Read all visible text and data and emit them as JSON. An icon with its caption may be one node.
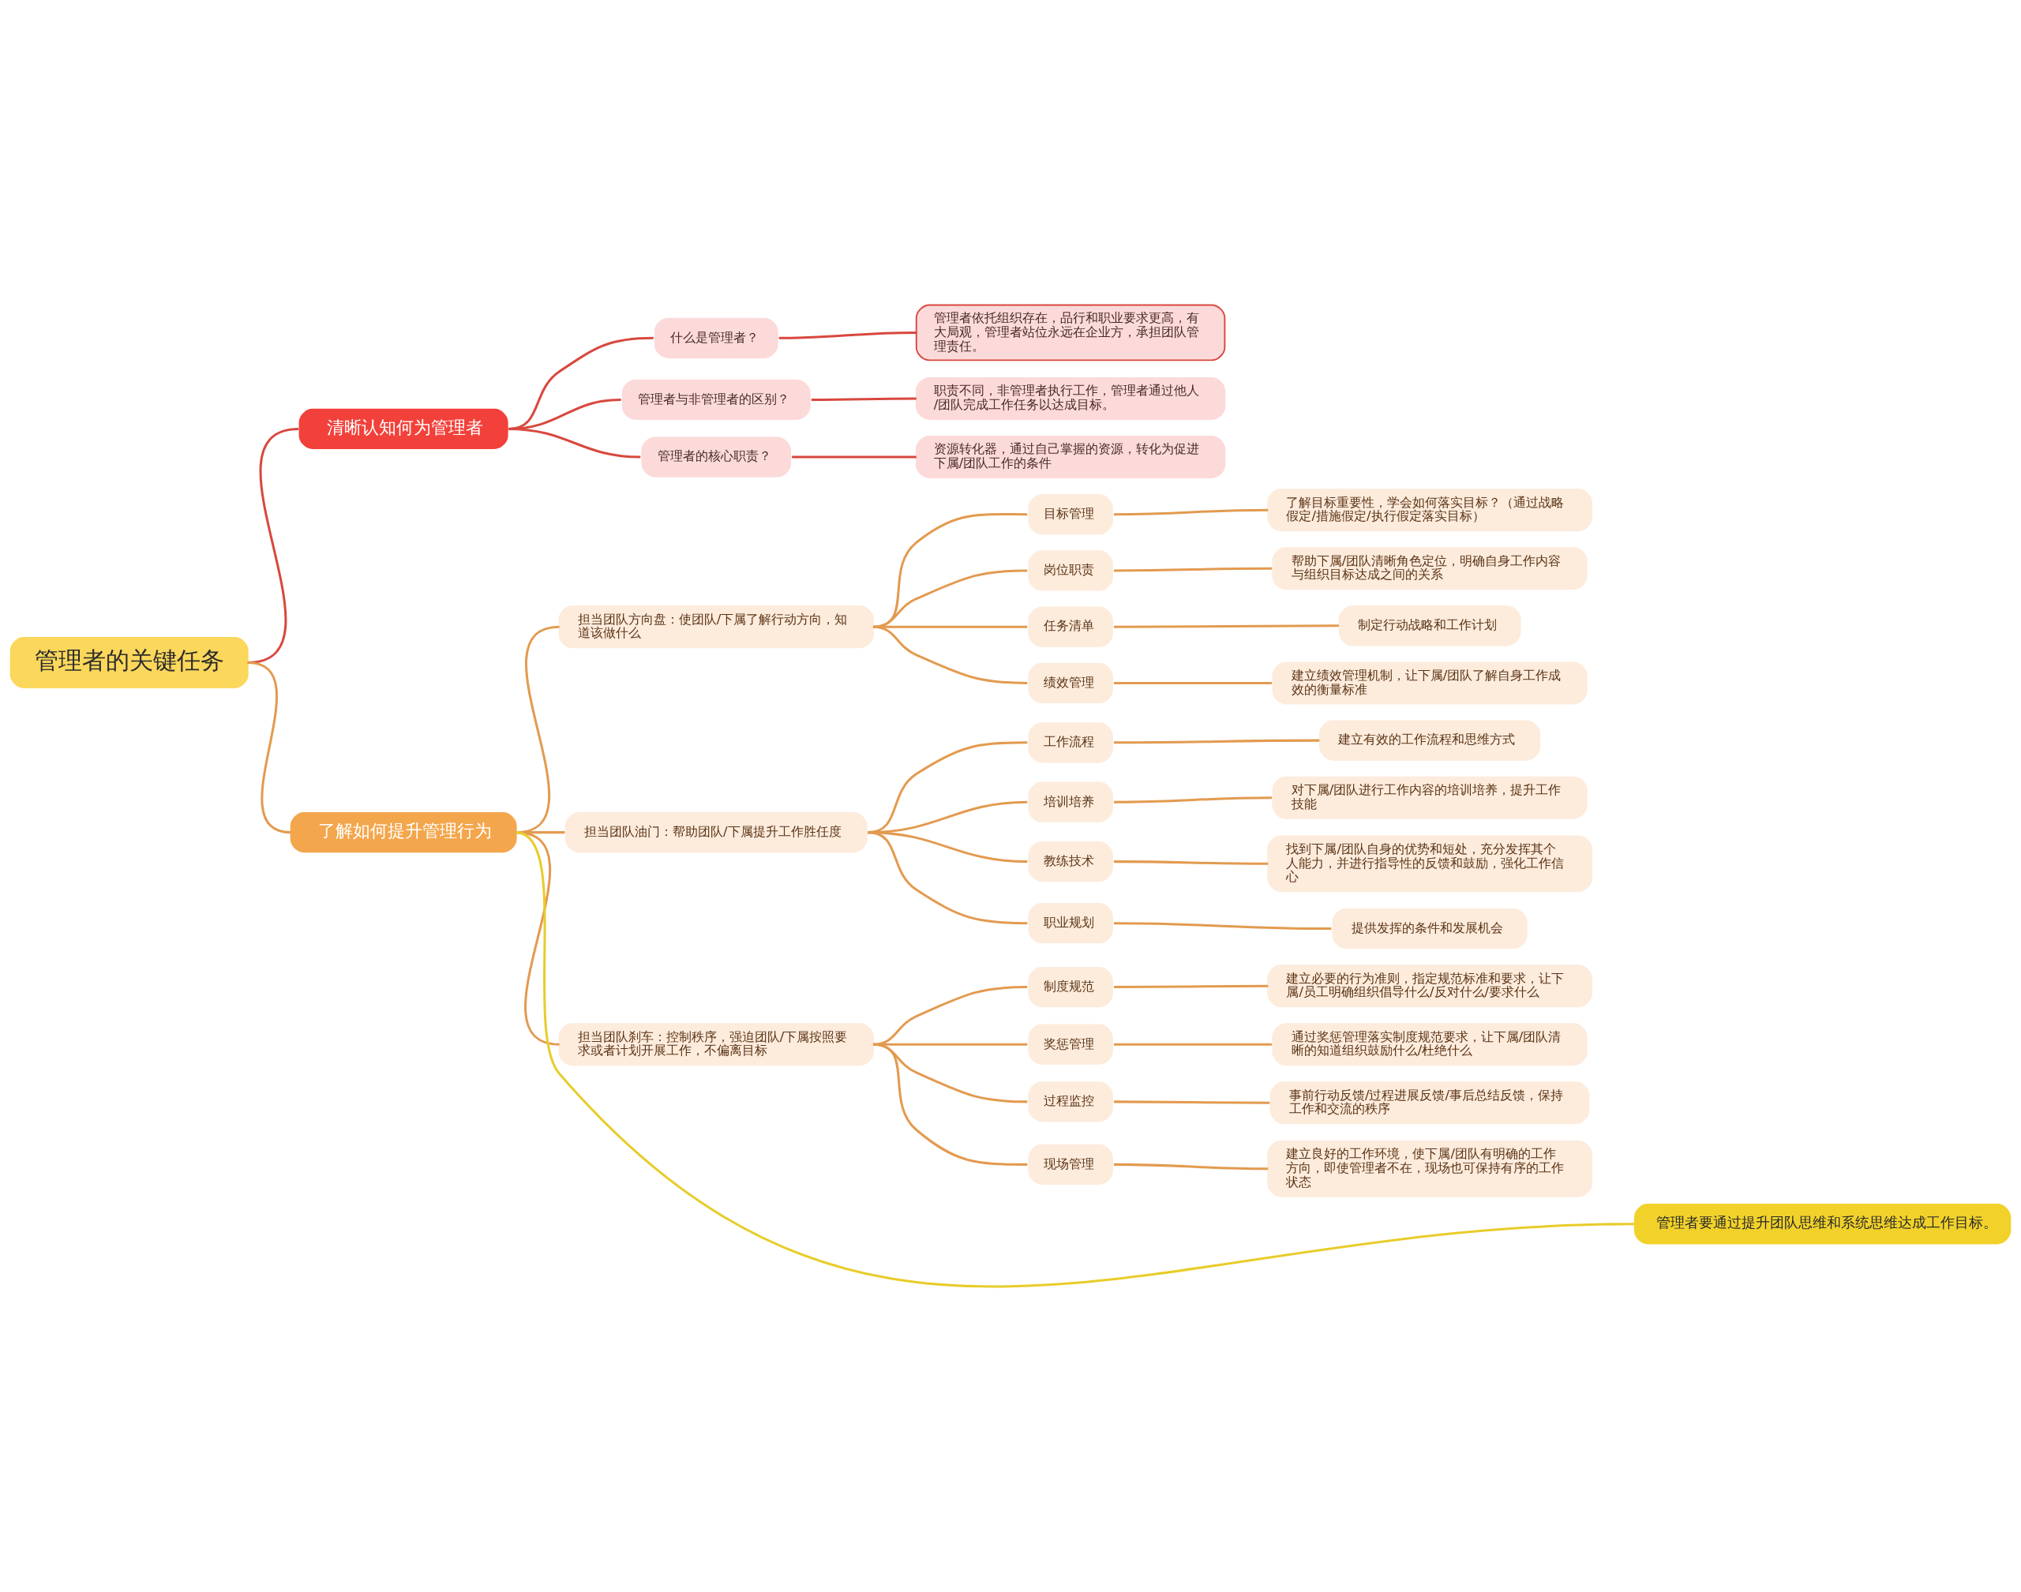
{
  "diagram": {
    "nodes": [
      {
        "text": [
          "管理者的关键任务"
        ]
      },
      {
        "text": [
          "清晰认知何为管理者"
        ]
      },
      {
        "text": [
          "什么是管理者？"
        ]
      },
      {
        "text": [
          "管理者依托组织存在，品行和职业要求更高，有大局观，管理者站位永远在企业方，承担团队管理责任。"
        ]
      },
      {
        "text": [
          "管理者与非管理者的区别？"
        ]
      },
      {
        "text": [
          "职责不同，非管理者执行工作，管理者通过他人/团队完成工作任务以达成目标。"
        ]
      },
      {
        "text": [
          "管理者的核心职责？"
        ]
      },
      {
        "text": [
          "资源转化器，通过自己掌握的资源，转化为促进下属/团队工作的条件"
        ]
      },
      {
        "text": [
          "了解如何提升管理行为"
        ]
      },
      {
        "text": [
          "担当团队方向盘：使团队/下属了解行动方向，知道该做什么"
        ]
      },
      {
        "text": [
          "目标管理"
        ]
      },
      {
        "text": [
          "了解目标重要性，学会如何落实目标？（通过战略假定/措施假定/执行假定落实目标）"
        ]
      },
      {
        "text": [
          "岗位职责"
        ]
      },
      {
        "text": [
          "帮助下属/团队清晰角色定位，明确自身工作内容与组织目标达成之间的关系"
        ]
      },
      {
        "text": [
          "任务清单"
        ]
      },
      {
        "text": [
          "制定行动战略和工作计划"
        ]
      },
      {
        "text": [
          "绩效管理"
        ]
      },
      {
        "text": [
          "建立绩效管理机制，让下属/团队了解自身工作成效的衡量标准"
        ]
      },
      {
        "text": [
          "担当团队油门：帮助团队/下属提升工作胜任度"
        ]
      },
      {
        "text": [
          "工作流程"
        ]
      },
      {
        "text": [
          "建立有效的工作流程和思维方式"
        ]
      },
      {
        "text": [
          "培训培养"
        ]
      },
      {
        "text": [
          "对下属/团队进行工作内容的培训培养，提升工作技能"
        ]
      },
      {
        "text": [
          "教练技术"
        ]
      },
      {
        "text": [
          "找到下属/团队自身的优势和短处，充分发挥其个人能力，并进行指导性的反馈和鼓励，强化工作信心"
        ]
      },
      {
        "text": [
          "职业规划"
        ]
      },
      {
        "text": [
          "提供发挥的条件和发展机会"
        ]
      },
      {
        "text": [
          "担当团队刹车：控制秩序，强迫团队/下属按照要求或者计划开展工作，不偏离目标"
        ]
      },
      {
        "text": [
          "制度规范"
        ]
      },
      {
        "text": [
          "建立必要的行为准则，指定规范标准和要求，让下属/员工明确组织倡导什么/反对什么/要求什么"
        ]
      },
      {
        "text": [
          "奖惩管理"
        ]
      },
      {
        "text": [
          "通过奖惩管理落实制度规范要求，让下属/团队清晰的知道组织鼓励什么/杜绝什么"
        ]
      },
      {
        "text": [
          "过程监控"
        ]
      },
      {
        "text": [
          "事前行动反馈/过程进展反馈/事后总结反馈，保持工作和交流的秩序"
        ]
      },
      {
        "text": [
          "现场管理"
        ]
      },
      {
        "text": [
          "建立良好的工作环境，使下属/团队有明确的工作方向，即使管理者不在，现场也可保持有序的工作状态"
        ]
      },
      {
        "text": [
          "管理者要通过提升团队思维和系统思维达成工作目标。"
        ]
      }
    ],
    "edges": [
      {
        "from": 0,
        "to": 1,
        "arrow": "none",
        "color": "#d8483e"
      },
      {
        "from": 1,
        "to": 2,
        "arrow": "none",
        "color": "#d8483e"
      },
      {
        "from": 2,
        "to": 3,
        "arrow": "none",
        "color": "#d8483e"
      },
      {
        "from": 1,
        "to": 4,
        "arrow": "none",
        "color": "#d8483e"
      },
      {
        "from": 4,
        "to": 5,
        "arrow": "none",
        "color": "#d8483e"
      },
      {
        "from": 1,
        "to": 6,
        "arrow": "none",
        "color": "#d8483e"
      },
      {
        "from": 6,
        "to": 7,
        "arrow": "none",
        "color": "#d8483e"
      },
      {
        "from": 0,
        "to": 8,
        "arrow": "none"
      },
      {
        "from": 8,
        "to": 9,
        "arrow": "none"
      },
      {
        "from": 9,
        "to": 10,
        "arrow": "none"
      },
      {
        "from": 10,
        "to": 11,
        "arrow": "none"
      },
      {
        "from": 9,
        "to": 12,
        "arrow": "none"
      },
      {
        "from": 12,
        "to": 13,
        "arrow": "none"
      },
      {
        "from": 9,
        "to": 14,
        "arrow": "none"
      },
      {
        "from": 14,
        "to": 15,
        "arrow": "none"
      },
      {
        "from": 9,
        "to": 16,
        "arrow": "none"
      },
      {
        "from": 16,
        "to": 17,
        "arrow": "none"
      },
      {
        "from": 8,
        "to": 18,
        "arrow": "none"
      },
      {
        "from": 18,
        "to": 19,
        "arrow": "none"
      },
      {
        "from": 19,
        "to": 20,
        "arrow": "none"
      },
      {
        "from": 18,
        "to": 21,
        "arrow": "none"
      },
      {
        "from": 21,
        "to": 22,
        "arrow": "none"
      },
      {
        "from": 18,
        "to": 23,
        "arrow": "none"
      },
      {
        "from": 23,
        "to": 24,
        "arrow": "none"
      },
      {
        "from": 18,
        "to": 25,
        "arrow": "none"
      },
      {
        "from": 25,
        "to": 26,
        "arrow": "none"
      },
      {
        "from": 8,
        "to": 27,
        "arrow": "none"
      },
      {
        "from": 27,
        "to": 28,
        "arrow": "none"
      },
      {
        "from": 28,
        "to": 29,
        "arrow": "none"
      },
      {
        "from": 27,
        "to": 30,
        "arrow": "none"
      },
      {
        "from": 30,
        "to": 31,
        "arrow": "none"
      },
      {
        "from": 27,
        "to": 32,
        "arrow": "none"
      },
      {
        "from": 32,
        "to": 33,
        "arrow": "none"
      },
      {
        "from": 27,
        "to": 34,
        "arrow": "none"
      },
      {
        "from": 34,
        "to": 35,
        "arrow": "none"
      },
      {
        "from": 8,
        "to": 36,
        "arrow": "none",
        "color": "#e8cc2a"
      }
    ]
  }
}
